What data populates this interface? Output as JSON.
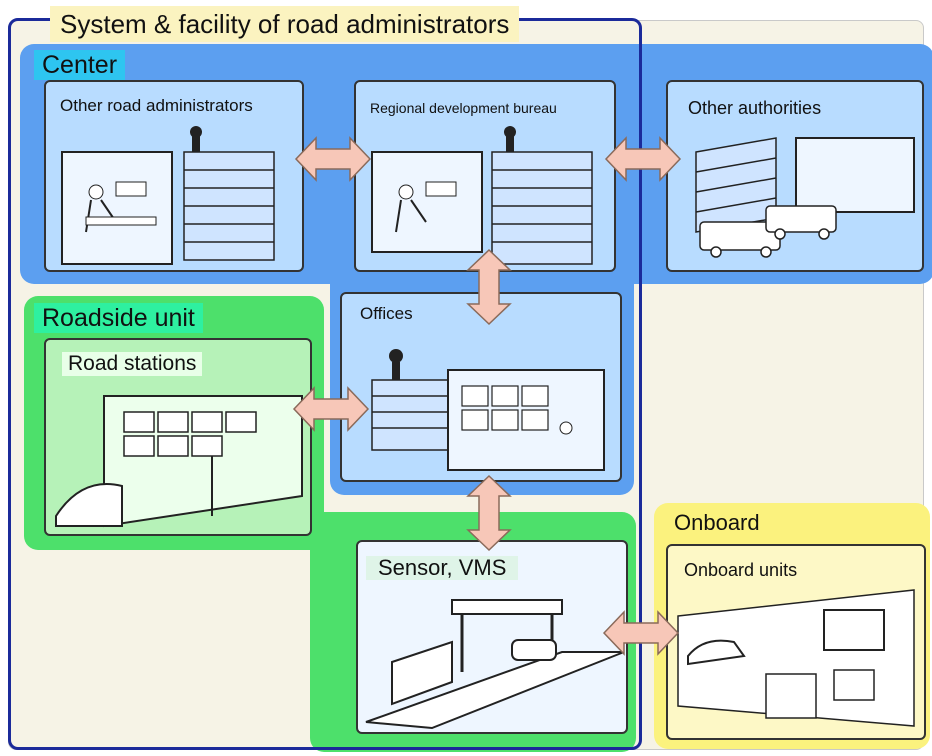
{
  "title": "System & facility of road administrators",
  "regions": {
    "center": "Center",
    "roadside": "Roadside unit",
    "onboard": "Onboard"
  },
  "boxes": {
    "other_road_admins": "Other road administrators",
    "regional_bureau": "Regional development bureau",
    "other_authorities": "Other authorities",
    "offices": "Offices",
    "road_stations": "Road stations",
    "sensor_vms": "Sensor, VMS",
    "onboard_units": "Onboard units"
  },
  "colors": {
    "center": "#5c9ff0",
    "roadside": "#4de06b",
    "onboard": "#fbf27e",
    "system_border": "#1b2a9a",
    "arrow_fill": "#f7c7b8"
  }
}
